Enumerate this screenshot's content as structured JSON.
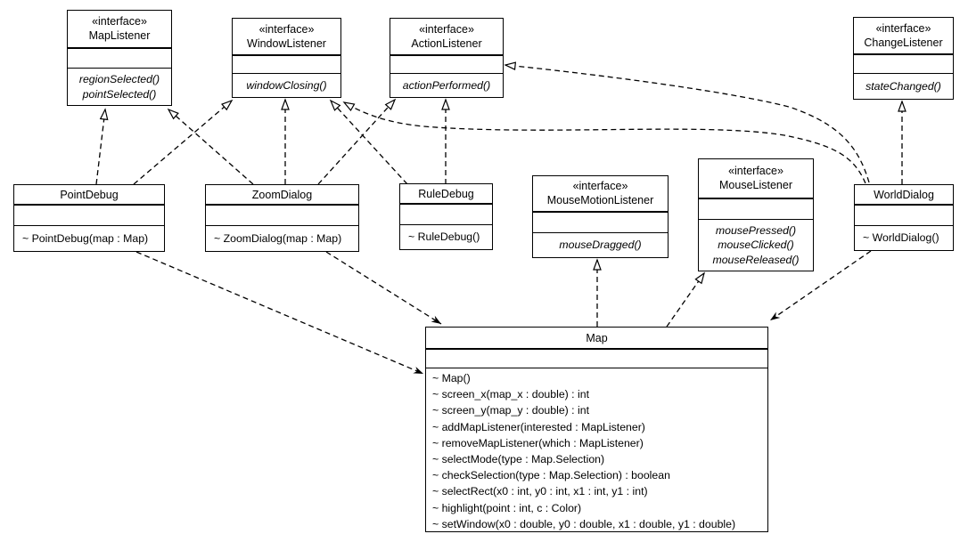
{
  "diagram": {
    "kind": "uml-class-diagram",
    "colors": {
      "line": "#000000",
      "box_fill": "#ffffff",
      "background": "#ffffff"
    },
    "nodes": {
      "mapListener": {
        "stereotype": "«interface»",
        "name": "MapListener",
        "methods": [
          "regionSelected()",
          "pointSelected()"
        ]
      },
      "windowListener": {
        "stereotype": "«interface»",
        "name": "WindowListener",
        "methods": [
          "windowClosing()"
        ]
      },
      "actionListener": {
        "stereotype": "«interface»",
        "name": "ActionListener",
        "methods": [
          "actionPerformed()"
        ]
      },
      "changeListener": {
        "stereotype": "«interface»",
        "name": "ChangeListener",
        "methods": [
          "stateChanged()"
        ]
      },
      "pointDebug": {
        "name": "PointDebug",
        "methods": [
          "~ PointDebug(map : Map)"
        ]
      },
      "zoomDialog": {
        "name": "ZoomDialog",
        "methods": [
          "~ ZoomDialog(map : Map)"
        ]
      },
      "ruleDebug": {
        "name": "RuleDebug",
        "methods": [
          "~ RuleDebug()"
        ]
      },
      "mouseMotionListener": {
        "stereotype": "«interface»",
        "name": "MouseMotionListener",
        "methods": [
          "mouseDragged()"
        ]
      },
      "mouseListener": {
        "stereotype": "«interface»",
        "name": "MouseListener",
        "methods": [
          "mousePressed()",
          "mouseClicked()",
          "mouseReleased()"
        ]
      },
      "worldDialog": {
        "name": "WorldDialog",
        "methods": [
          "~ WorldDialog()"
        ]
      },
      "map": {
        "name": "Map",
        "methods": [
          "~ Map()",
          "~ screen_x(map_x : double) : int",
          "~ screen_y(map_y : double) : int",
          "~ addMapListener(interested : MapListener)",
          "~ removeMapListener(which : MapListener)",
          "~ selectMode(type : Map.Selection)",
          "~ checkSelection(type : Map.Selection) : boolean",
          "~ selectRect(x0 : int, y0 : int, x1 : int, y1 : int)",
          "~ highlight(point : int, c : Color)",
          "~ setWindow(x0 : double, y0 : double, x1 : double, y1 : double)"
        ]
      }
    },
    "relationships": [
      {
        "from": "PointDebug",
        "to": "MapListener",
        "type": "realization"
      },
      {
        "from": "ZoomDialog",
        "to": "MapListener",
        "type": "realization"
      },
      {
        "from": "PointDebug",
        "to": "WindowListener",
        "type": "realization"
      },
      {
        "from": "ZoomDialog",
        "to": "WindowListener",
        "type": "realization"
      },
      {
        "from": "RuleDebug",
        "to": "WindowListener",
        "type": "realization"
      },
      {
        "from": "WorldDialog",
        "to": "WindowListener",
        "type": "realization"
      },
      {
        "from": "ZoomDialog",
        "to": "ActionListener",
        "type": "realization"
      },
      {
        "from": "RuleDebug",
        "to": "ActionListener",
        "type": "realization"
      },
      {
        "from": "WorldDialog",
        "to": "ActionListener",
        "type": "realization"
      },
      {
        "from": "WorldDialog",
        "to": "ChangeListener",
        "type": "realization"
      },
      {
        "from": "Map",
        "to": "MouseMotionListener",
        "type": "realization"
      },
      {
        "from": "Map",
        "to": "MouseListener",
        "type": "realization"
      },
      {
        "from": "PointDebug",
        "to": "Map",
        "type": "dependency"
      },
      {
        "from": "ZoomDialog",
        "to": "Map",
        "type": "dependency"
      },
      {
        "from": "WorldDialog",
        "to": "Map",
        "type": "dependency"
      }
    ]
  }
}
